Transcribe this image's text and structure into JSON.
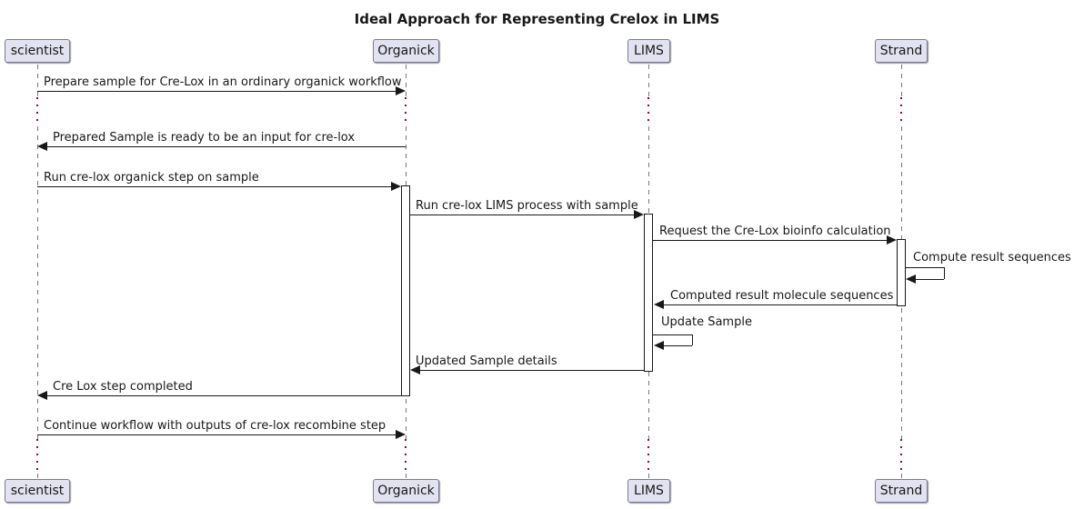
{
  "title": "Ideal Approach for Representing Crelox in LIMS",
  "participants": [
    {
      "name": "scientist"
    },
    {
      "name": "Organick"
    },
    {
      "name": "LIMS"
    },
    {
      "name": "Strand"
    }
  ],
  "messages": [
    {
      "from": "scientist",
      "to": "Organick",
      "label": "Prepare sample for Cre-Lox in an ordinary organick workflow",
      "kind": "solid-arrow-right"
    },
    {
      "from": "Organick",
      "to": "scientist",
      "label": "Prepared Sample is ready to be an input for cre-lox",
      "kind": "solid-arrow-left"
    },
    {
      "from": "scientist",
      "to": "Organick",
      "label": "Run cre-lox organick step on sample",
      "kind": "solid-arrow-right"
    },
    {
      "from": "Organick",
      "to": "LIMS",
      "label": "Run cre-lox LIMS process with sample",
      "kind": "solid-arrow-right"
    },
    {
      "from": "LIMS",
      "to": "Strand",
      "label": "Request the Cre-Lox bioinfo calculation",
      "kind": "solid-arrow-right"
    },
    {
      "from": "Strand",
      "to": "Strand",
      "label": "Compute result sequences",
      "kind": "self-message"
    },
    {
      "from": "Strand",
      "to": "LIMS",
      "label": "Computed result molecule sequences",
      "kind": "solid-arrow-left"
    },
    {
      "from": "LIMS",
      "to": "LIMS",
      "label": "Update Sample",
      "kind": "self-message"
    },
    {
      "from": "LIMS",
      "to": "Organick",
      "label": "Updated Sample details",
      "kind": "solid-arrow-left"
    },
    {
      "from": "Organick",
      "to": "scientist",
      "label": "Cre Lox step completed",
      "kind": "solid-arrow-left"
    },
    {
      "from": "scientist",
      "to": "Organick",
      "label": "Continue workflow with outputs of cre-lox recombine step",
      "kind": "solid-arrow-right"
    }
  ],
  "delays": [
    {
      "position": "between message 1 and message 2"
    },
    {
      "position": "after last message, before footer boxes"
    }
  ],
  "colors": {
    "participant_fill": "#E2E2F0",
    "participant_border": "#7a7a96",
    "arrow": "#181818",
    "lifeline": "#777777",
    "delay_dots": "#A80036",
    "activation_fill": "#FFFFFF",
    "background": "#FFFFFF"
  }
}
